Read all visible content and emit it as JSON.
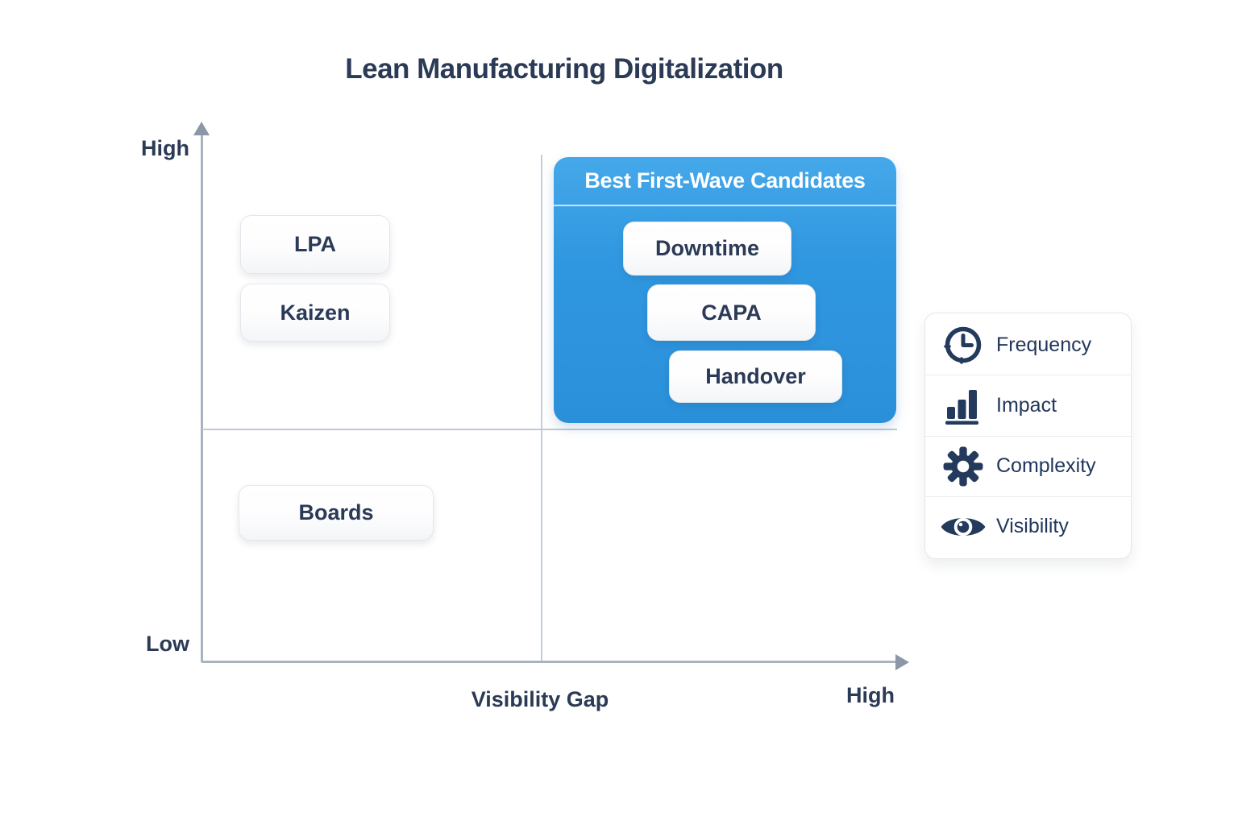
{
  "title": "Lean Manufacturing Digitalization",
  "axes": {
    "y_high_label": "High",
    "y_low_label": "Low",
    "x_label": "Visibility Gap",
    "x_high_label": "High"
  },
  "matrix_items": [
    {
      "label": "LPA",
      "quadrant": "top-left"
    },
    {
      "label": "Kaizen",
      "quadrant": "top-left"
    },
    {
      "label": "Boards",
      "quadrant": "bottom-left"
    }
  ],
  "highlight_panel": {
    "title": "Best First-Wave Candidates",
    "quadrant": "top-right",
    "items": [
      {
        "label": "Downtime"
      },
      {
        "label": "CAPA"
      },
      {
        "label": "Handover"
      }
    ]
  },
  "legend": {
    "items": [
      {
        "icon": "clock-icon",
        "label": "Frequency"
      },
      {
        "icon": "bar-chart-icon",
        "label": "Impact"
      },
      {
        "icon": "gear-icon",
        "label": "Complexity"
      },
      {
        "icon": "eye-icon",
        "label": "Visibility"
      }
    ]
  },
  "colors": {
    "accent_blue": "#2F97E0",
    "navy_text": "#2B3A55",
    "axis_gray": "#A9B2BF",
    "quadrant_line": "#C6CDD6",
    "card_border": "#E3E7EC"
  }
}
